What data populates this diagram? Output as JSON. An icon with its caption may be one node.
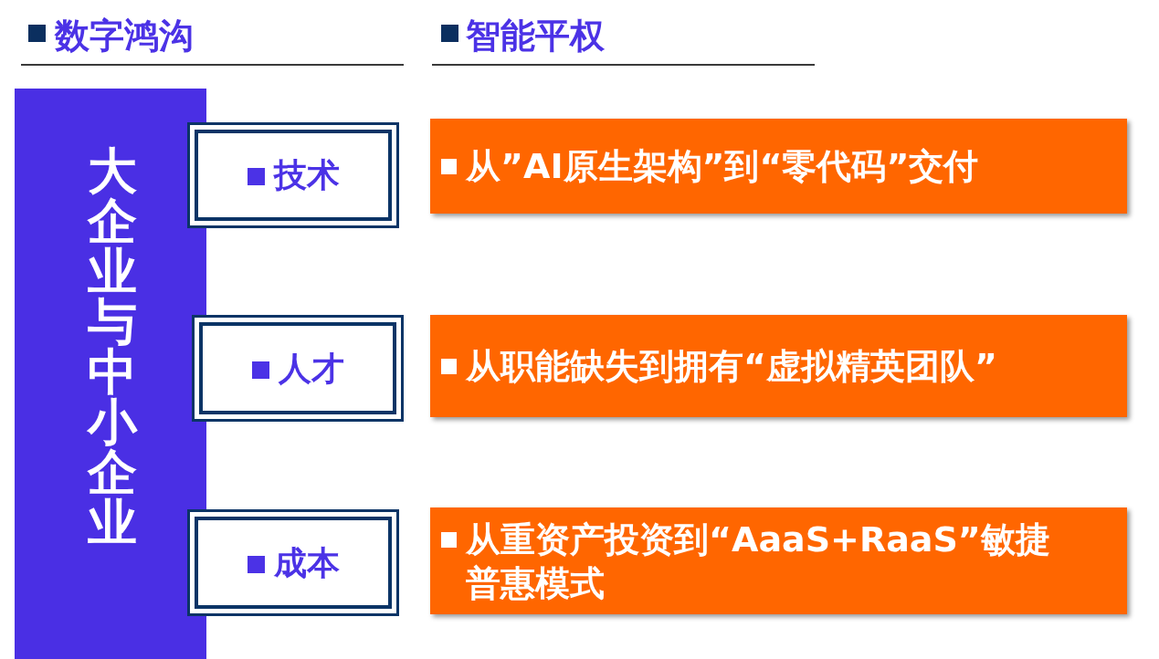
{
  "diagram": {
    "nodes": [
      {
        "text": [
          "大企业与中小企业"
        ]
      },
      {
        "text": [
          "技术"
        ]
      },
      {
        "text": [
          "从”AI原生架构”到“零代码”交付"
        ]
      },
      {
        "text": [
          "人才"
        ]
      },
      {
        "text": [
          "从职能缺失到拥有“虚拟精英团队”"
        ]
      },
      {
        "text": [
          "成本"
        ]
      },
      {
        "text": [
          "从重资产投资到“AaaS+RaaS”敏捷普惠模式"
        ]
      }
    ],
    "labels": [
      "数字鸿沟",
      "智能平权"
    ]
  }
}
